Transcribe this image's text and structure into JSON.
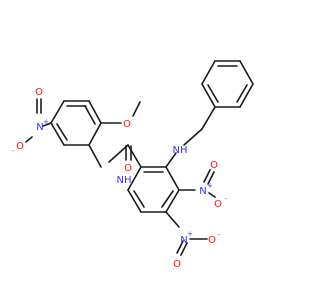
{
  "molecule": {
    "colors": {
      "bond": "#1a1a1a",
      "carbon": "#1a1a1a",
      "nitrogen": "#3333ff",
      "oxygen": "#ff0d0d"
    },
    "atom_labels": {
      "amine_nh": "NH",
      "amide_nh": "NH",
      "amide_o": "O",
      "methoxy_o": "O",
      "nitro_a_n": "N",
      "nitro_a_o_double": "O",
      "nitro_a_o_minus": "O",
      "nitro_b_n": "N",
      "nitro_b_o_double": "O",
      "nitro_b_o_minus": "O",
      "nitro_c_n": "N",
      "nitro_c_o_double": "O",
      "nitro_c_o_minus": "O"
    },
    "charges": {
      "plus": "+",
      "minus": "-"
    }
  }
}
